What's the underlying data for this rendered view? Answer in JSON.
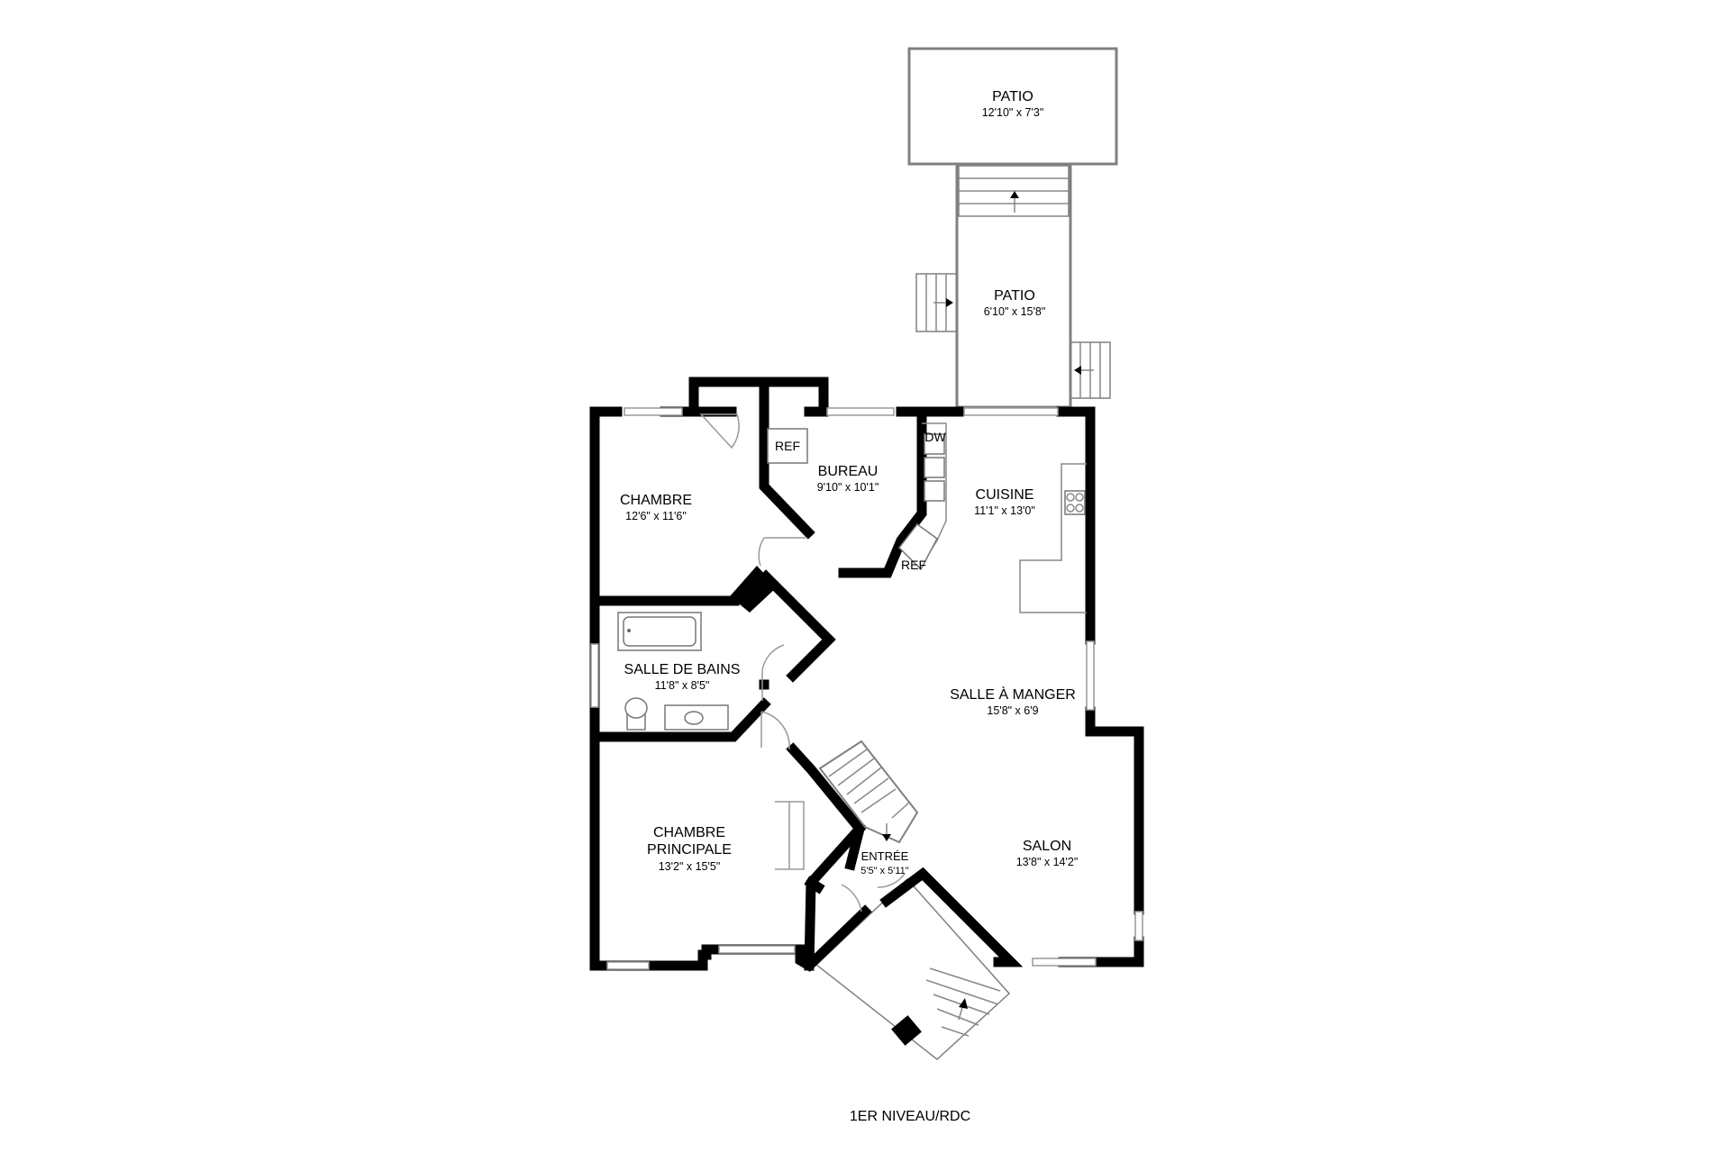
{
  "level_label": "1ER NIVEAU/RDC",
  "rooms": {
    "patio_top": {
      "name": "PATIO",
      "dim": "12'10\" x 7'3\""
    },
    "patio_mid": {
      "name": "PATIO",
      "dim": "6'10\" x 15'8\""
    },
    "chambre": {
      "name": "CHAMBRE",
      "dim": "12'6\" x 11'6\""
    },
    "bureau": {
      "name": "BUREAU",
      "dim": "9'10\" x 10'1\""
    },
    "cuisine": {
      "name": "CUISINE",
      "dim": "11'1\" x 13'0\""
    },
    "salle_de_bains": {
      "name": "SALLE DE BAINS",
      "dim": "11'8\" x 8'5\""
    },
    "salle_a_manger": {
      "name": "SALLE À MANGER",
      "dim": "15'8\" x 6'9"
    },
    "chambre_principale": {
      "name_line1": "CHAMBRE",
      "name_line2": "PRINCIPALE",
      "dim": "13'2\" x 15'5\""
    },
    "entree": {
      "name": "ENTRÉE",
      "dim": "5'5\" x 5'11\""
    },
    "salon": {
      "name": "SALON",
      "dim": "13'8\" x 14'2\""
    }
  },
  "fixtures": {
    "ref_bureau": "REF",
    "ref_cuisine": "REF",
    "dishwasher": "DW"
  },
  "colors": {
    "wall": "#000000",
    "outline": "#808080",
    "background": "#ffffff"
  }
}
